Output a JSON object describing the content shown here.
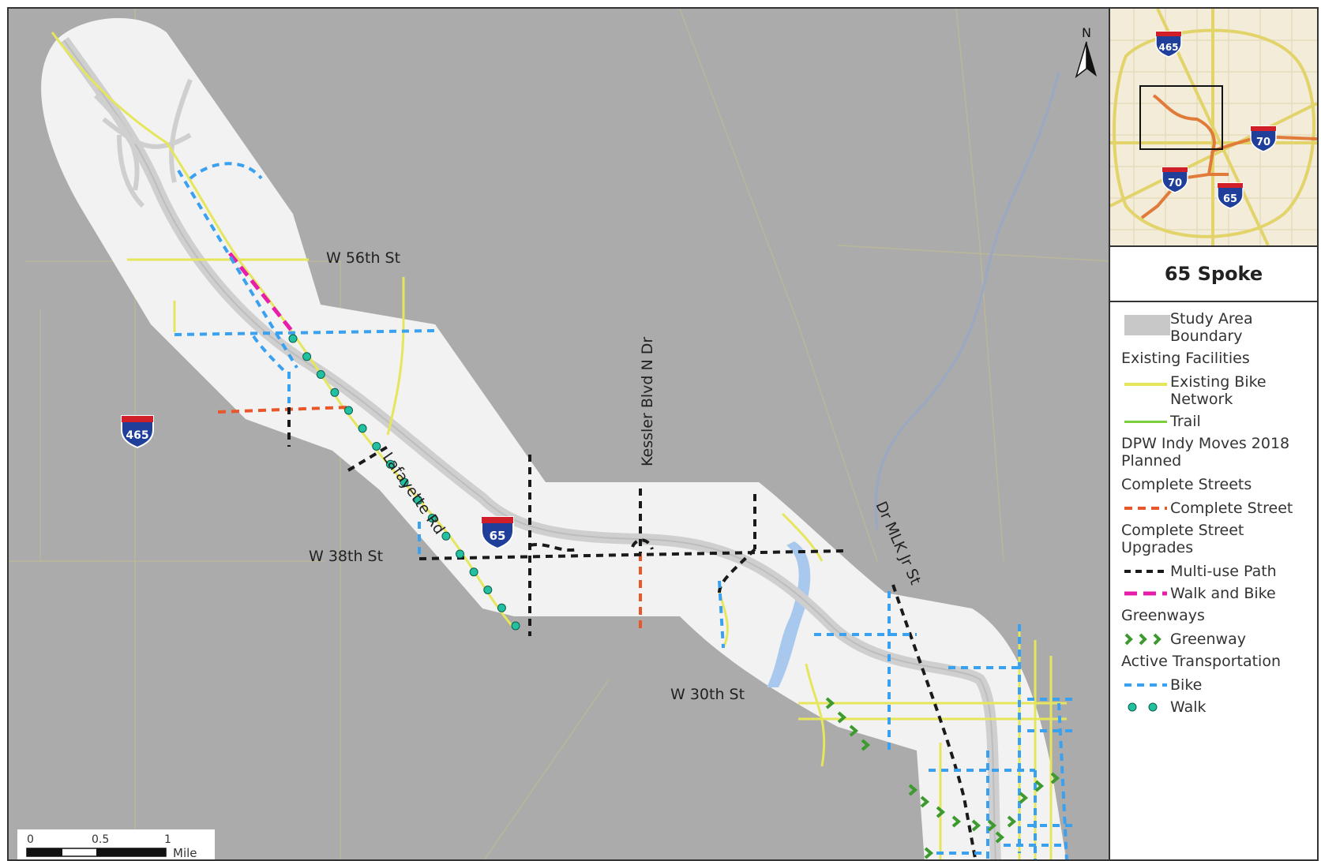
{
  "map": {
    "roads": {
      "w56": "W 56th St",
      "w38": "W 38th St",
      "w30": "W 30th St",
      "lafayette": "Lafayette Rd",
      "kessler": "Kessler Blvd N Dr",
      "mlk": "Dr MLK Jr St"
    },
    "shields": {
      "i465": "465",
      "i65": "65"
    },
    "north_label": "N",
    "scale": {
      "t0": "0",
      "t05": "0.5",
      "t1": "1",
      "unit": "Mile"
    },
    "colors": {
      "background": "#ababab",
      "study_area": "#f2f2f2",
      "existing_bike": "#e6e65c",
      "trail": "#7ccf3a",
      "complete_street": "#e8562a",
      "multi_use_path": "#1a1a1a",
      "walk_and_bike": "#e61eaa",
      "greenway": "#3c9a2e",
      "bike": "#3aa0f0",
      "walk": "#22c0a0",
      "river": "#a9c8ee"
    }
  },
  "inset": {
    "shields": [
      "465",
      "70",
      "70",
      "65"
    ]
  },
  "panel": {
    "title": "65 Spoke"
  },
  "legend": {
    "study_area_1": "Study Area",
    "study_area_2": "Boundary",
    "existing_facilities": "Existing Facilities",
    "existing_bike_1": "Existing Bike",
    "existing_bike_2": "Network",
    "trail": "Trail",
    "dpw_1": "DPW Indy Moves 2018",
    "dpw_2": "Planned",
    "complete_streets": "Complete Streets",
    "complete_street": "Complete Street",
    "cs_upgrades_1": "Complete Street",
    "cs_upgrades_2": "Upgrades",
    "multi_use_path": "Multi-use Path",
    "walk_and_bike": "Walk and Bike",
    "greenways": "Greenways",
    "greenway": "Greenway",
    "active_transportation": "Active Transportation",
    "bike": "Bike",
    "walk": "Walk"
  }
}
